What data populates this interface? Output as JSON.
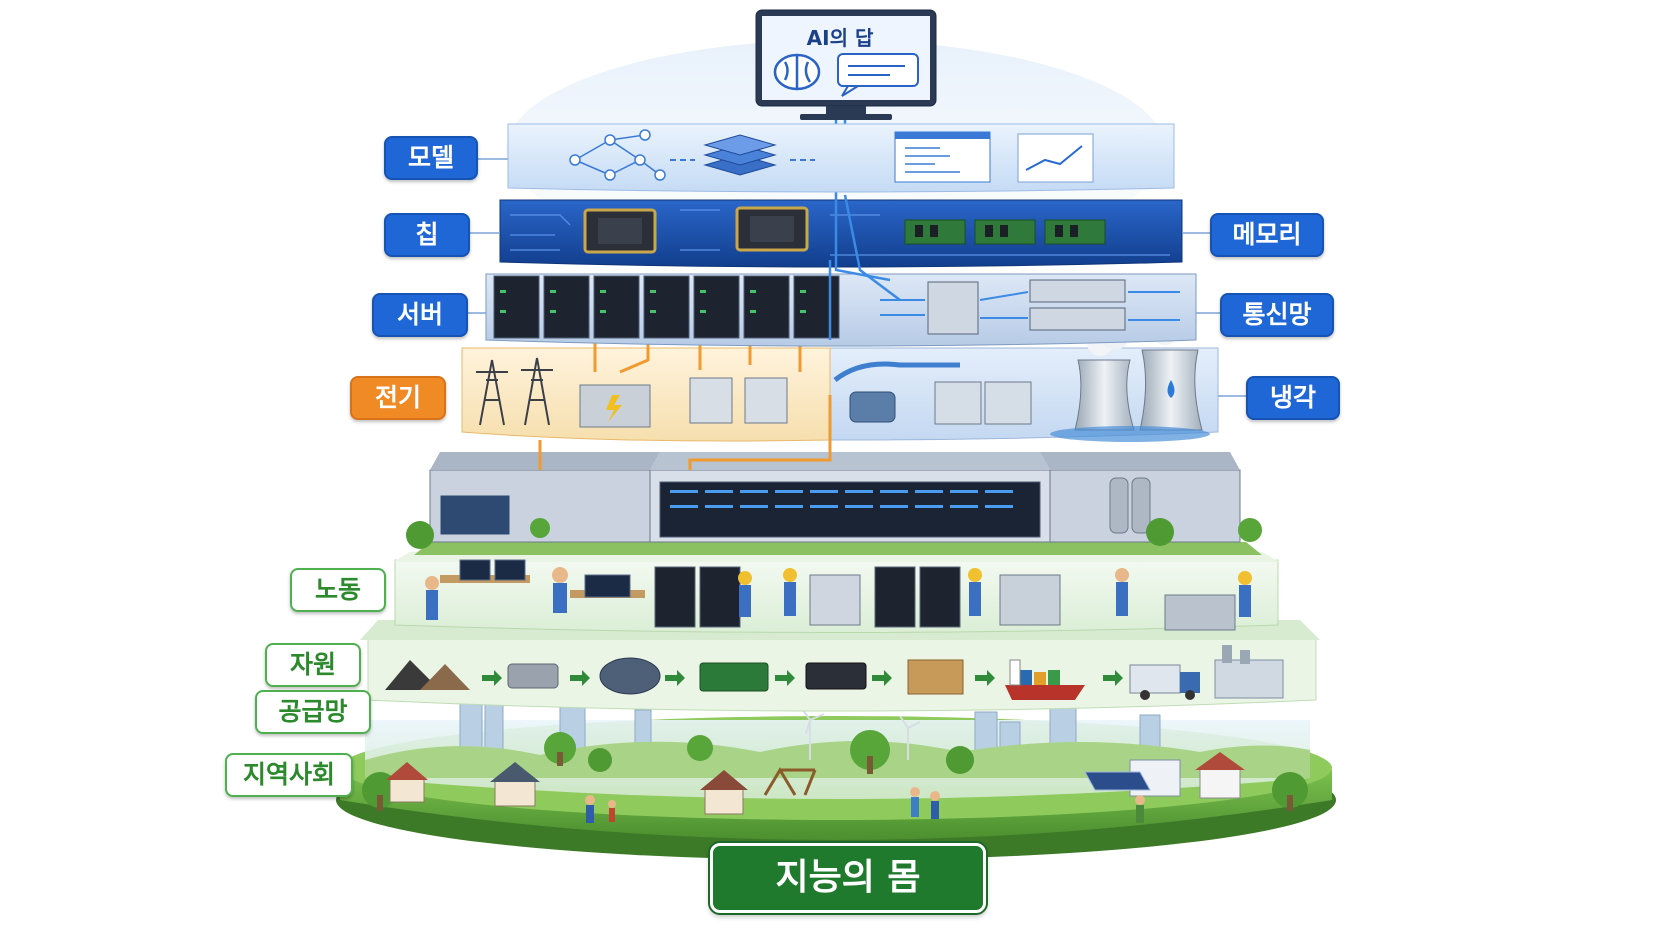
{
  "monitor": {
    "title": "AI의 답",
    "icon": "brain-icon"
  },
  "labels": {
    "model": "모델",
    "chip": "칩",
    "memory": "메모리",
    "server": "서버",
    "network": "통신망",
    "electricity": "전기",
    "cooling": "냉각",
    "labor": "노동",
    "resources": "자원",
    "supply_chain": "공급망",
    "community": "지역사회"
  },
  "footer": {
    "title": "지능의 몸"
  },
  "colors": {
    "blue_label": "#1f66d6",
    "orange_label": "#f08a24",
    "green_label": "#4fb04f",
    "footer_green": "#1f7a2e"
  }
}
